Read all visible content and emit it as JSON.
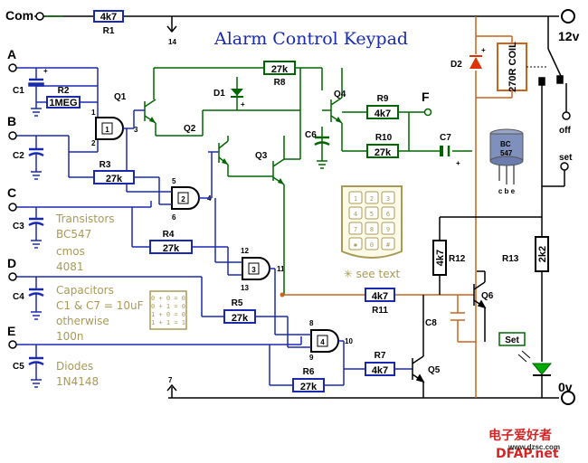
{
  "title": "Alarm Control Keypad",
  "inputs": [
    "A",
    "B",
    "C",
    "D",
    "E",
    "F"
  ],
  "com_label": "Com",
  "supply": {
    "positive": "12v",
    "ground": "0v"
  },
  "switch_labels": {
    "off": "off",
    "set": "set"
  },
  "pin_numbers": {
    "p1": "1",
    "p2": "2",
    "p3": "3",
    "p4": "4",
    "p5": "5",
    "p6": "6",
    "p7": "7",
    "p8": "8",
    "p9": "9",
    "p10": "10",
    "p11": "11",
    "p12": "12",
    "p13": "13",
    "p14": "14"
  },
  "resistors": {
    "r1": {
      "name": "R1",
      "value": "4k7"
    },
    "r2": {
      "name": "R2",
      "value": "1MEG"
    },
    "r3": {
      "name": "R3",
      "value": "27k"
    },
    "r4": {
      "name": "R4",
      "value": "27k"
    },
    "r5": {
      "name": "R5",
      "value": "27k"
    },
    "r6": {
      "name": "R6",
      "value": "27k"
    },
    "r7": {
      "name": "R7",
      "value": "4k7"
    },
    "r8": {
      "name": "R8",
      "value": "27k"
    },
    "r9": {
      "name": "R9",
      "value": "4k7"
    },
    "r10": {
      "name": "R10",
      "value": "27k"
    },
    "r11": {
      "name": "R11",
      "value": "4k7"
    },
    "r12": {
      "name": "R12",
      "value": "4k7"
    },
    "r13": {
      "name": "R13",
      "value": "2k2"
    }
  },
  "capacitors": [
    "C1",
    "C2",
    "C3",
    "C4",
    "C5",
    "C6",
    "C7",
    "C8"
  ],
  "transistors": [
    "Q1",
    "Q2",
    "Q3",
    "Q4",
    "Q5",
    "Q6"
  ],
  "diodes": [
    "D1",
    "D2"
  ],
  "gates": [
    "1",
    "2",
    "3",
    "4"
  ],
  "relay_label": "270R COIL",
  "notes": {
    "transistors": [
      "Transistors",
      "BC547"
    ],
    "cmos": [
      "cmos",
      "4081"
    ],
    "capacitors": [
      "Capacitors",
      "C1 & C7 = 10uF",
      "otherwise",
      "100n"
    ],
    "diodes": [
      "Diodes",
      "1N4148"
    ]
  },
  "truth_table": [
    "0 + 0 = 0",
    "0 + 1 = 0",
    "1 + 0 = 0",
    "1 + 1 = 1"
  ],
  "keypad_keys": [
    "1",
    "2",
    "3",
    "4",
    "5",
    "6",
    "7",
    "8",
    "9",
    "✱",
    "0",
    "#"
  ],
  "see_text": "✳ see text",
  "transistor_pkg": {
    "line1": "BC",
    "line2": "547",
    "pins": "c b e"
  },
  "led_label": "Set",
  "watermark": {
    "line1": "电子爱好者",
    "line2": "DFAP.net",
    "url": "www.dzsc.com"
  },
  "colors": {
    "wire": "#000000",
    "green": "#006600",
    "blue": "#1a2ab0",
    "orange": "#c8641e",
    "olive": "#a89a55",
    "resistor_fill": "#ffffff",
    "diode_red": "#dd3300",
    "led": "#00aa00"
  }
}
